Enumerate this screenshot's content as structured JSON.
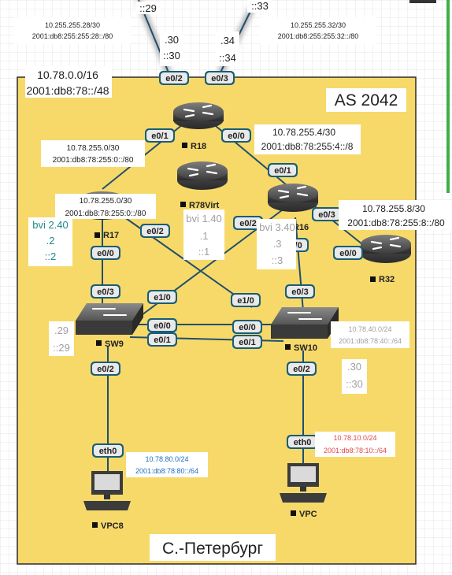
{
  "region": {
    "as_label": "AS 2042",
    "city_label": "С.-Петербург",
    "prefix_v4": "10.78.0.0/16",
    "prefix_v6": "2001:db8:78::/48"
  },
  "colors": {
    "area_fill": "#f7d96a",
    "area_border": "#2b2b2b",
    "link": "#1f4f6e",
    "uplink": "#999999",
    "port_fill": "#1a5d74",
    "teal_text": "#1e8a8a",
    "blue_text": "#1e6fc0",
    "red_text": "#e04848",
    "gray_text": "#a0a0a0"
  },
  "devices": {
    "r18": {
      "name": "R18",
      "icon": "router-icon"
    },
    "r78virt": {
      "name": "R78Virt",
      "icon": "router-icon"
    },
    "r16": {
      "name": "R16",
      "icon": "router-icon"
    },
    "r17": {
      "name": "R17",
      "icon": "router-icon"
    },
    "r32": {
      "name": "R32",
      "icon": "router-icon"
    },
    "sw9": {
      "name": "SW9",
      "icon": "switch-icon"
    },
    "sw10": {
      "name": "SW10",
      "icon": "switch-icon"
    },
    "vpc8": {
      "name": "VPC8",
      "icon": "pc-icon"
    },
    "vpc": {
      "name": "VPC",
      "icon": "pc-icon"
    }
  },
  "ports": {
    "r18_e0_2": "e0/2",
    "r18_e0_3": "e0/3",
    "r18_e0_1": "e0/1",
    "r18_e0_0": "e0/0",
    "r16_e0_1": "e0/1",
    "r16_e0_2": "e0/2",
    "r16_e0_3": "e0/3",
    "r16_e0_0": "e0/0",
    "r17_e0_2": "e0/2",
    "r17_e0_0": "e0/0",
    "r32_e0_0": "e0/0",
    "sw9_e0_3": "e0/3",
    "sw9_e1_0": "e1/0",
    "sw9_e0_0": "e0/0",
    "sw9_e0_1": "e0/1",
    "sw9_e0_2": "e0/2",
    "sw10_e0_3": "e0/3",
    "sw10_e1_0": "e1/0",
    "sw10_e0_0": "e0/0",
    "sw10_e0_1": "e0/1",
    "sw10_e0_2": "e0/2",
    "vpc8_eth0": "eth0",
    "vpc_eth0": "eth0"
  },
  "networks": {
    "uplink_left": {
      "v4": "10.255.255.28/30",
      "v6": "2001:db8:255:255:28::/80",
      "top_host": "::29"
    },
    "uplink_right": {
      "v4": "10.255.255.32/30",
      "v6": "2001:db8:255:255:32::/80",
      "top_host": "::33"
    },
    "r18_r17": {
      "v4": "10.78.255.0/30",
      "v6": "2001:db8:78:255:0::/80"
    },
    "r17_r16": {
      "v4": "10.78.255.0/30",
      "v6": "2001:db8:78:255:0::/80"
    },
    "r18_r16": {
      "v4": "10.78.255.4/30",
      "v6": "2001:db8:78:255:4::/8"
    },
    "r16_r32": {
      "v4": "10.78.255.8/30",
      "v6": "2001:db8:78:255:8::/80"
    },
    "lan40": {
      "v4": "10.78.40.0/24",
      "v6": "2001:db8:78:40::/64"
    },
    "lan80": {
      "v4": "10.78.80.0/24",
      "v6": "2001:db8:78:80::/64"
    },
    "lan10": {
      "v4": "10.78.10.0/24",
      "v6": "2001:db8:78:10::/64"
    }
  },
  "hosts": {
    "r18_left_v4": ".30",
    "r18_left_v6": "::30",
    "r18_right_v4": ".34",
    "r18_right_v6": "::34",
    "r17_bvi": "bvi 2.40",
    "r17_v4": ".2",
    "r17_v6": "::2",
    "r78_bvi": "bvi 1.40",
    "r78_v4": ".1",
    "r78_v6": "::1",
    "r16_bvi": "bvi 3.40",
    "r16_v4": ".3",
    "r16_v6": "::3",
    "sw9_v4": ".29",
    "sw9_v6": "::29",
    "sw10_v4": ".30",
    "sw10_v6": "::30"
  }
}
